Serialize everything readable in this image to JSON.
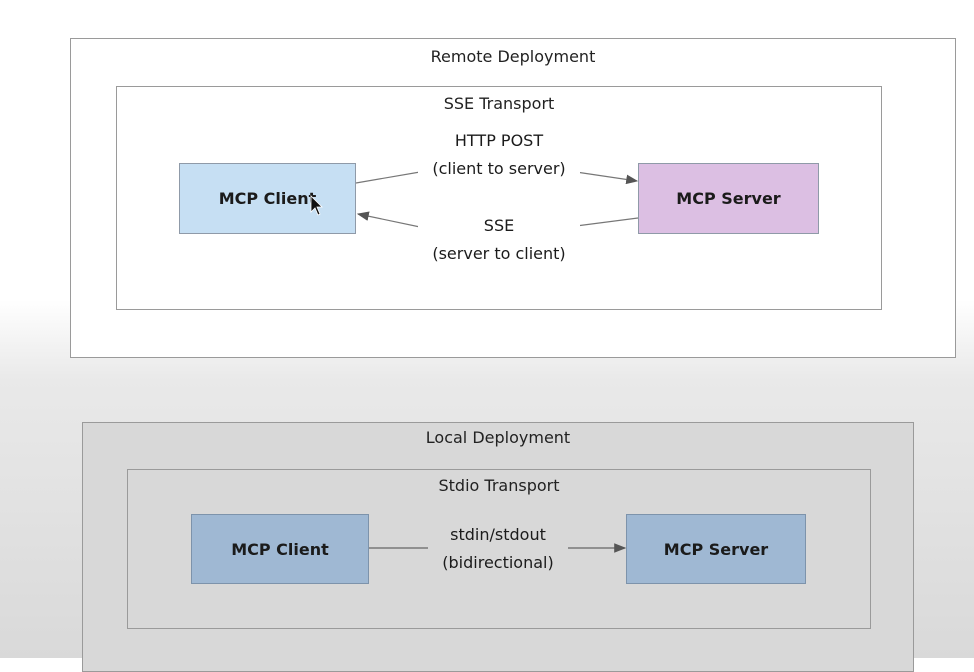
{
  "remote": {
    "title": "Remote Deployment",
    "transport_title": "SSE Transport",
    "client": "MCP Client",
    "server": "MCP Server",
    "post_label_1": "HTTP POST",
    "post_label_2": "(client to server)",
    "sse_label_1": "SSE",
    "sse_label_2": "(server to client)"
  },
  "local": {
    "title": "Local Deployment",
    "transport_title": "Stdio Transport",
    "client": "MCP Client",
    "server": "MCP Server",
    "label_1": "stdin/stdout",
    "label_2": "(bidirectional)"
  },
  "colors": {
    "remote_client": "#c6dff3",
    "remote_server": "#dcbfe3",
    "local_node": "#9fb8d3"
  }
}
